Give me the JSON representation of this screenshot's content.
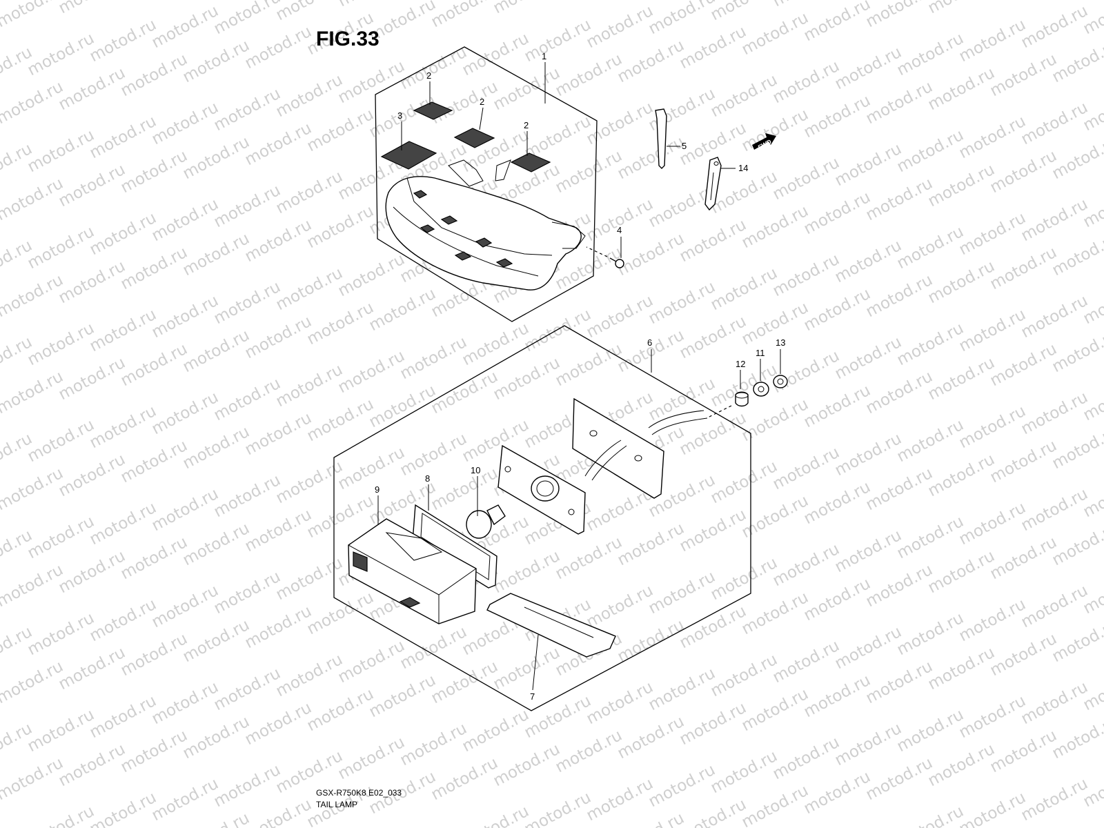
{
  "figure_label": "FIG.33",
  "watermark_text": "motod.ru",
  "fwd_label": "FWD",
  "footer": {
    "code": "GSX-R750K8 E02_033",
    "title": "TAIL LAMP"
  },
  "callouts": {
    "c1": "1",
    "c2a": "2",
    "c2b": "2",
    "c2c": "2",
    "c3": "3",
    "c4": "4",
    "c5": "5",
    "c6": "6",
    "c7": "7",
    "c8": "8",
    "c9": "9",
    "c10": "10",
    "c11": "11",
    "c12": "12",
    "c13": "13",
    "c14": "14"
  }
}
